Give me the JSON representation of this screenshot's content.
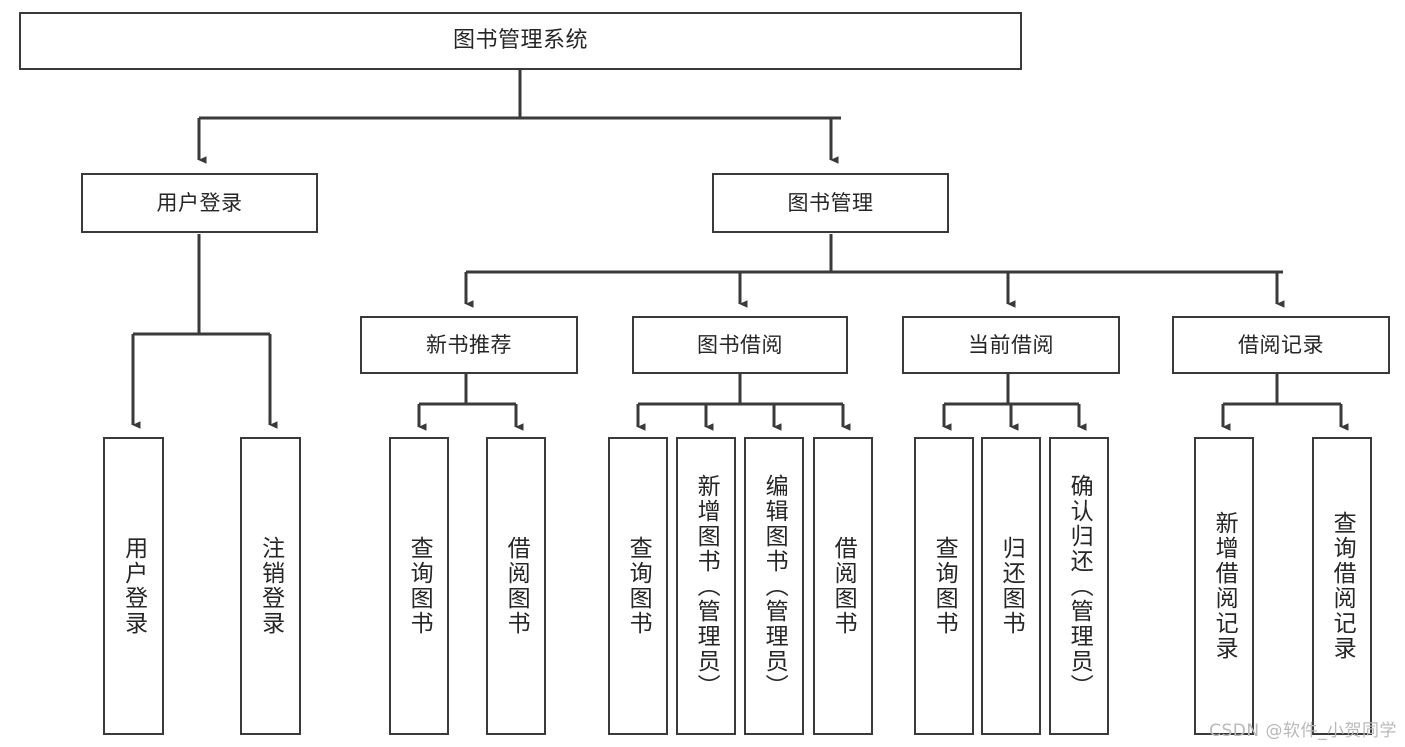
{
  "diagram": {
    "title": "图书管理系统",
    "type": "tree-hierarchy",
    "stroke_color": "#3a3a3a",
    "text_color": "#262626",
    "background_color": "#ffffff",
    "watermark": "CSDN @软件_小贺同学"
  },
  "nodes": {
    "root": {
      "label": "图书管理系统"
    },
    "level2": [
      {
        "label": "用户登录"
      },
      {
        "label": "图书管理"
      }
    ],
    "level3": [
      {
        "label": "新书推荐"
      },
      {
        "label": "图书借阅"
      },
      {
        "label": "当前借阅"
      },
      {
        "label": "借阅记录"
      }
    ],
    "leaves_user_login": [
      {
        "label": "用户登录"
      },
      {
        "label": "注销登录"
      }
    ],
    "leaves_new_book": [
      {
        "label": "查询图书"
      },
      {
        "label": "借阅图书"
      }
    ],
    "leaves_borrow": [
      {
        "label": "查询图书"
      },
      {
        "label": "新增图书（管理员）"
      },
      {
        "label": "编辑图书（管理员）"
      },
      {
        "label": "借阅图书"
      }
    ],
    "leaves_current": [
      {
        "label": "查询图书"
      },
      {
        "label": "归还图书"
      },
      {
        "label": "确认归还（管理员）"
      }
    ],
    "leaves_record": [
      {
        "label": "新增借阅记录"
      },
      {
        "label": "查询借阅记录"
      }
    ]
  }
}
